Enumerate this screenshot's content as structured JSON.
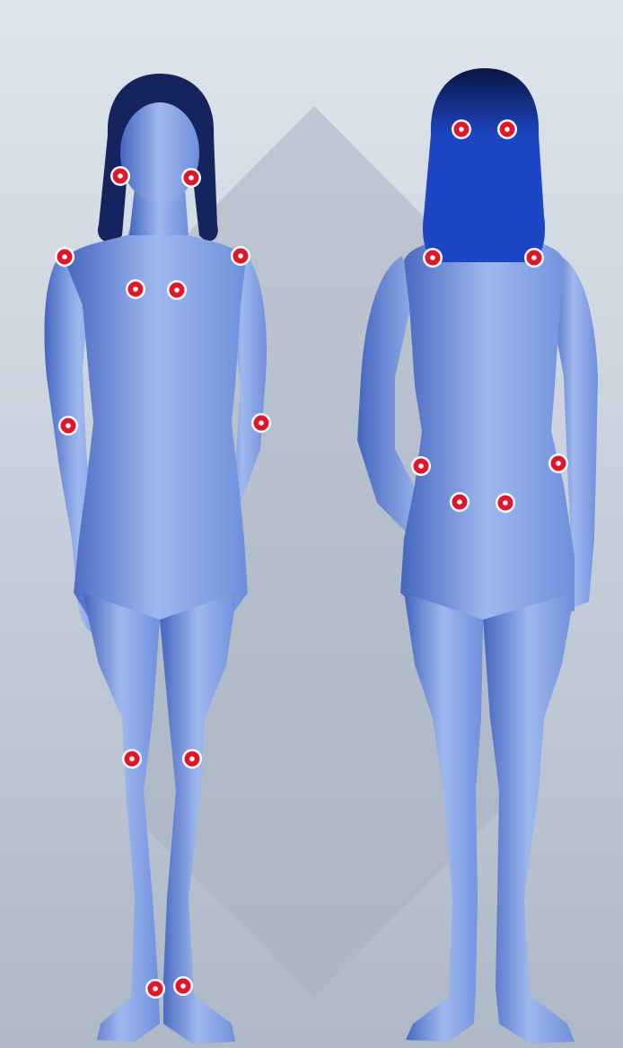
{
  "colors": {
    "background_light": "#dfe5ec",
    "background_mid": "#c3ccd8",
    "background_dark": "#aeb8c6",
    "backdrop_diamond": "#a7b1bf",
    "skin_light": "#9fb8ee",
    "skin_mid": "#6f8fdc",
    "skin_dark": "#4566bf",
    "hair_front": "#16245e",
    "hair_back": "#1d46c4",
    "hair_back_crown": "#0a1540",
    "point_ring": "#ffffff",
    "point_fill": "#e0172b",
    "point_center": "#ffffff"
  },
  "figures": [
    {
      "name": "front-view",
      "description_icon": "female-figure-front"
    },
    {
      "name": "back-view",
      "description_icon": "female-figure-back"
    }
  ],
  "tender_points": {
    "front": [
      "jaw-left",
      "jaw-right",
      "shoulder-left",
      "shoulder-right",
      "chest-left",
      "chest-right",
      "elbow-left",
      "elbow-right",
      "knee-left",
      "knee-right",
      "ankle-left",
      "ankle-right"
    ],
    "back": [
      "occiput-left",
      "occiput-right",
      "trapezius-left",
      "trapezius-right",
      "lower-back-left",
      "lower-back-right",
      "buttock-left",
      "buttock-right"
    ],
    "total_count": 20
  }
}
